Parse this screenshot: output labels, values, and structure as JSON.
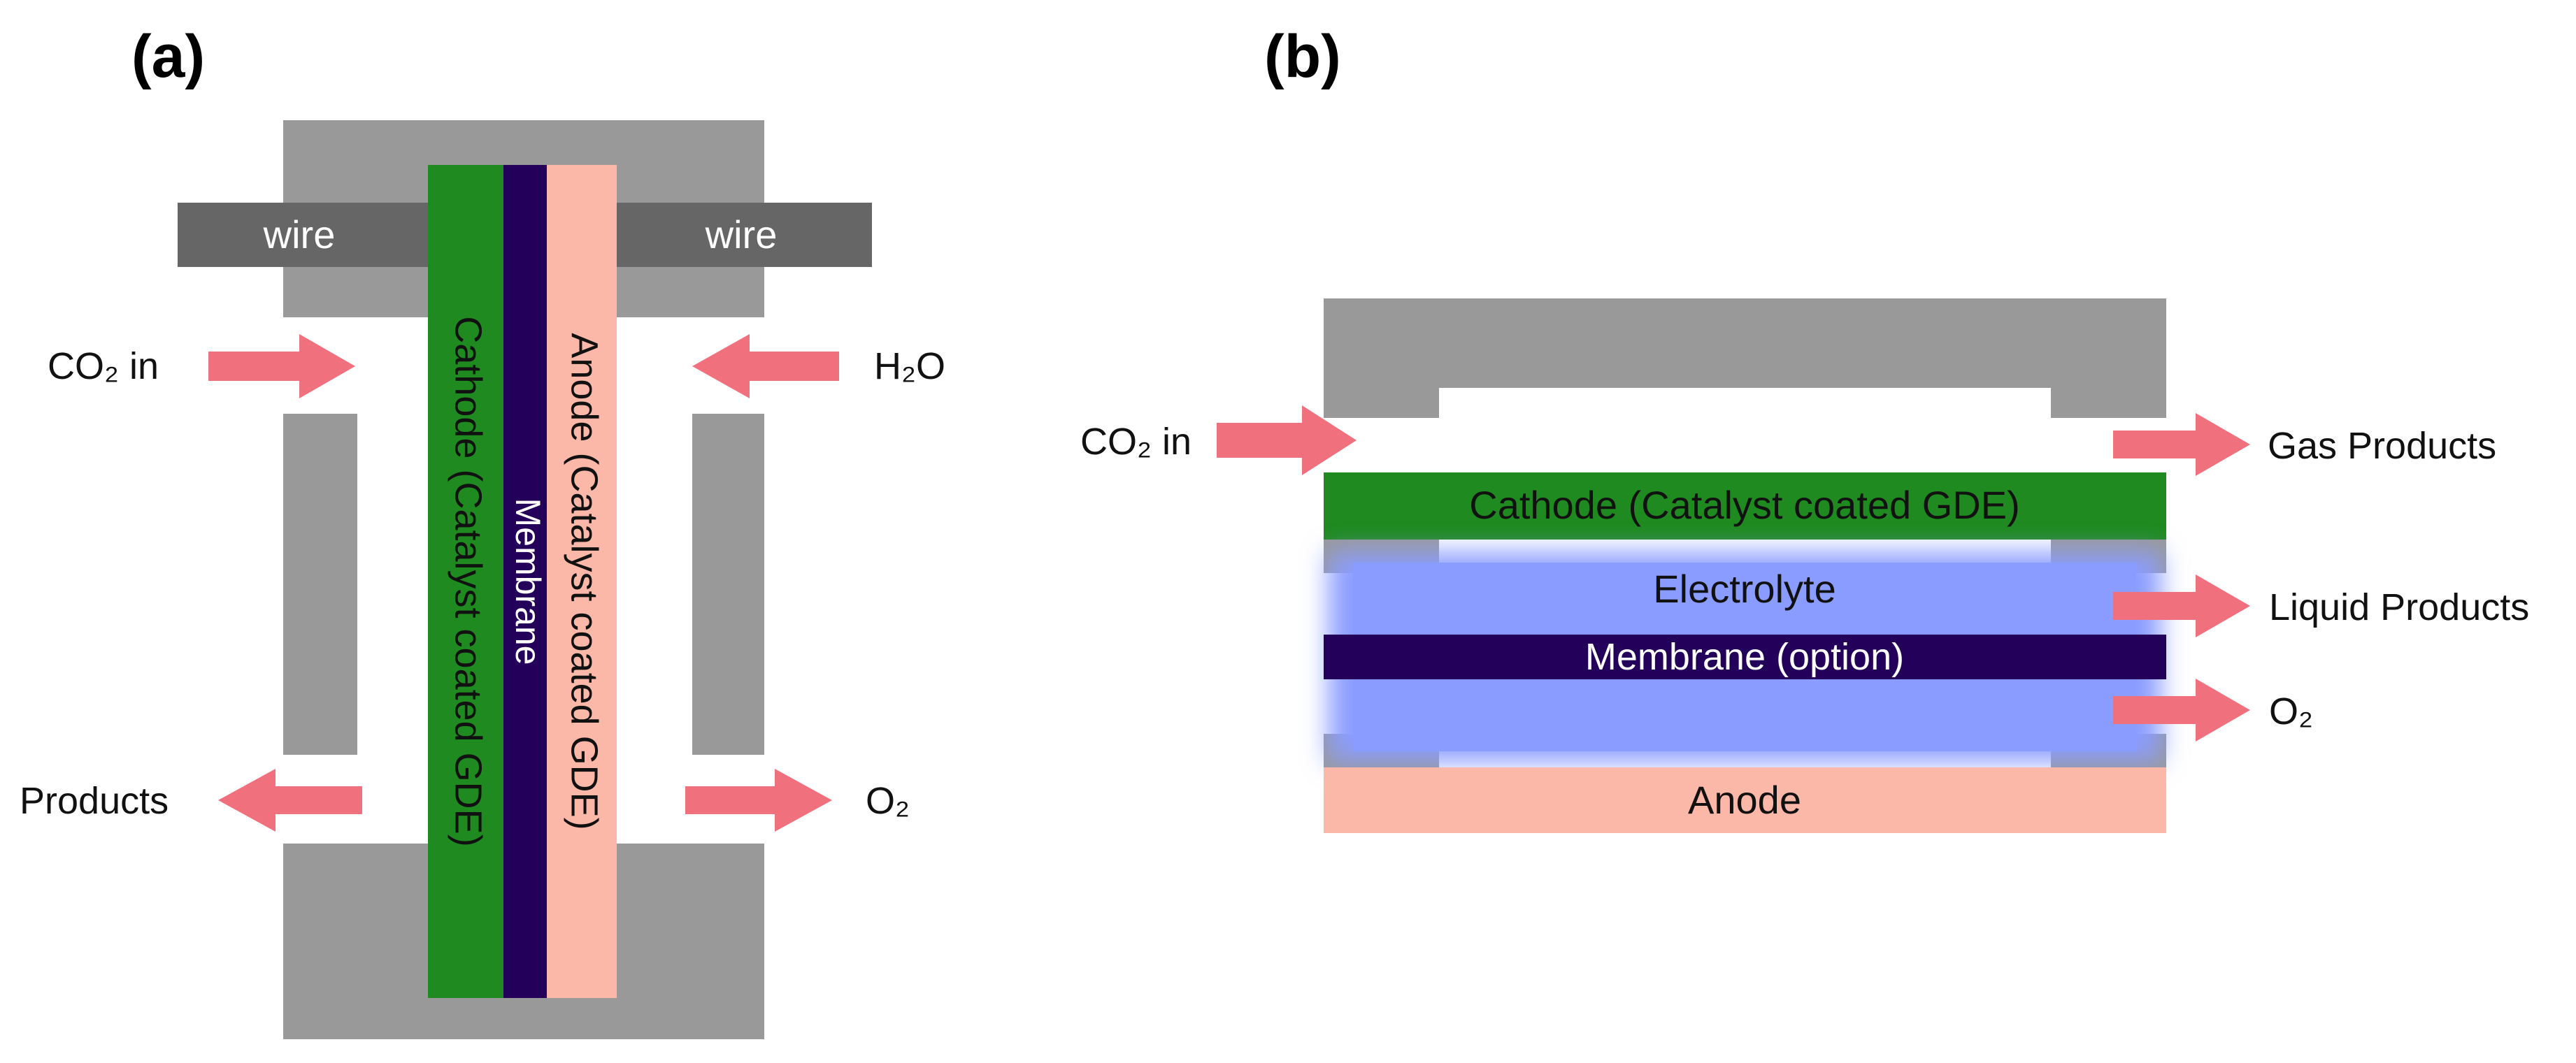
{
  "panel_a": {
    "label": "(a)",
    "wire_left": "wire",
    "wire_right": "wire",
    "cathode": "Cathode (Catalyst coated GDE)",
    "membrane": "Membrane",
    "anode": "Anode (Catalyst coated GDE)",
    "co2_in": "CO₂ in",
    "h2o": "H₂O",
    "products": "Products",
    "o2": "O₂"
  },
  "panel_b": {
    "label": "(b)",
    "co2_in": "CO₂ in",
    "gas_products": "Gas Products",
    "liquid_products": "Liquid Products",
    "o2": "O₂",
    "cathode": "Cathode (Catalyst coated GDE)",
    "electrolyte": "Electrolyte",
    "membrane": "Membrane (option)",
    "anode": "Anode"
  },
  "colors": {
    "housing": "#999999",
    "wire": "#666666",
    "cathode": "#1f8a1f",
    "membrane": "#23005a",
    "anode": "#fbb7a7",
    "electrolyte": "#8a9cff",
    "arrow": "#f0707e"
  }
}
